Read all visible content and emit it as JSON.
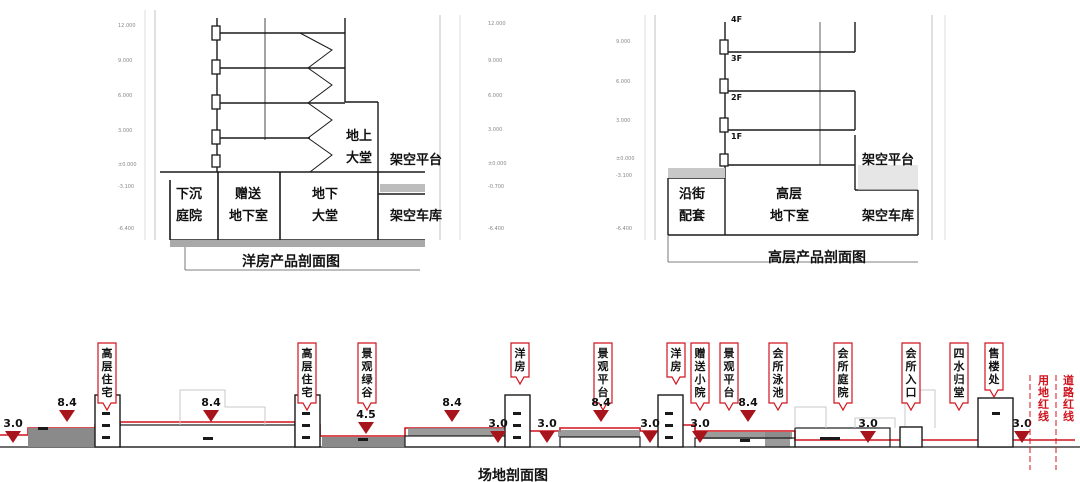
{
  "villa_section": {
    "caption": "洋房产品剖面图",
    "labels": [
      "下沉",
      "庭院",
      "赠送",
      "地下室",
      "地下",
      "大堂",
      "地上",
      "大堂",
      "架空平台",
      "架空车库"
    ],
    "elevations": [
      "12.000",
      "9.000",
      "6.000",
      "3.000",
      "±0.000",
      "-3.100",
      "-6.400"
    ],
    "elevations_right": [
      "12.000",
      "9.000",
      "6.000",
      "3.000",
      "±0.000",
      "-0.700",
      "-6.400"
    ]
  },
  "highrise_section": {
    "caption": "高层产品剖面图",
    "floors": [
      "4F",
      "3F",
      "2F",
      "1F"
    ],
    "labels": [
      "沿街",
      "配套",
      "高层",
      "地下室",
      "架空平台",
      "架空车库"
    ],
    "elevations": [
      "9.000",
      "6.000",
      "3.000",
      "±0.000",
      "-3.100",
      "-6.400"
    ]
  },
  "site_section": {
    "caption": "场地剖面图",
    "callouts": [
      {
        "text": "高层住宅"
      },
      {
        "text": "高层住宅"
      },
      {
        "text": "景观绿谷"
      },
      {
        "text": "洋房"
      },
      {
        "text": "景观平台"
      },
      {
        "text": "洋房"
      },
      {
        "text": "赠送小院"
      },
      {
        "text": "景观平台"
      },
      {
        "text": "会所泳池"
      },
      {
        "text": "会所庭院"
      },
      {
        "text": "会所入口"
      },
      {
        "text": "四水归堂"
      },
      {
        "text": "售楼处"
      }
    ],
    "elevations": [
      "3.0",
      "8.4",
      "8.4",
      "4.5",
      "8.4",
      "3.0",
      "3.0",
      "8.4",
      "3.0",
      "3.0",
      "8.4",
      "3.0",
      "3.0"
    ],
    "edge_labels": [
      "用地红线",
      "道路红线"
    ]
  },
  "colors": {
    "accent_red": "#d0141e",
    "line": "#1a1a1a",
    "fill_gray": "#8a8a8a"
  }
}
